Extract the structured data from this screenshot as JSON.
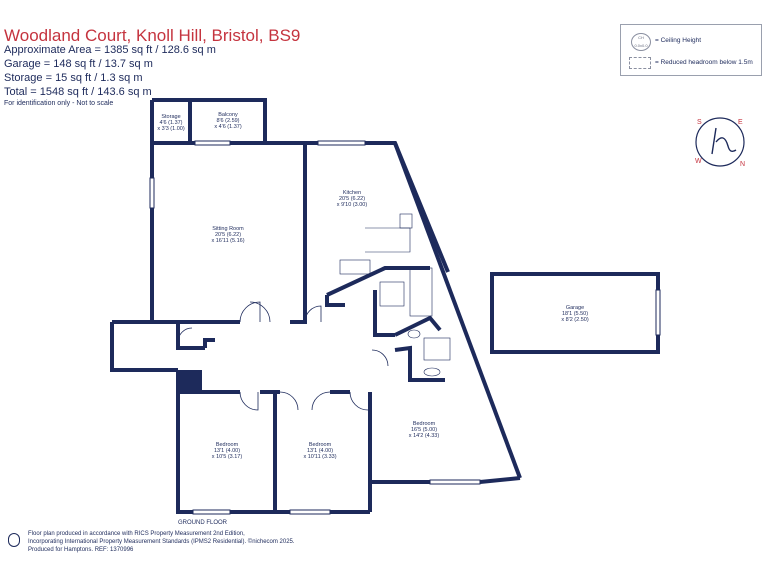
{
  "header": {
    "title": "Woodland Court, Knoll Hill, Bristol, BS9",
    "areas": [
      "Approximate Area = 1385 sq ft / 128.6 sq m",
      "Garage = 148 sq ft / 13.7 sq m",
      "Storage = 15 sq ft / 1.3 sq m",
      "Total = 1548 sq ft / 143.6 sq m"
    ],
    "note": "For identification only - Not to scale"
  },
  "legend": {
    "ceiling_badge": "CH 0.0x0.0",
    "ceiling_label": "= Ceiling Height",
    "reduced_label": "= Reduced headroom below 1.5m"
  },
  "rooms": {
    "storage": {
      "name": "Storage",
      "dim1": "4'6 (1.37)",
      "dim2": "x 3'3 (1.00)"
    },
    "balcony": {
      "name": "Balcony",
      "dim1": "8'6 (2.59)",
      "dim2": "x 4'6 (1.37)"
    },
    "kitchen": {
      "name": "Kitchen",
      "dim1": "20'5 (6.22)",
      "dim2": "x 9'10 (3.00)"
    },
    "sitting": {
      "name": "Sitting Room",
      "dim1": "20'5 (6.22)",
      "dim2": "x 16'11 (5.16)"
    },
    "garage": {
      "name": "Garage",
      "dim1": "18'1 (5.50)",
      "dim2": "x 8'2 (2.50)"
    },
    "bed1": {
      "name": "Bedroom",
      "dim1": "13'1 (4.00)",
      "dim2": "x 10'5 (3.17)"
    },
    "bed2": {
      "name": "Bedroom",
      "dim1": "13'1 (4.00)",
      "dim2": "x 10'11 (3.33)"
    },
    "bed3": {
      "name": "Bedroom",
      "dim1": "16'5 (5.00)",
      "dim2": "x 14'2 (4.33)"
    }
  },
  "floor_label": "GROUND FLOOR",
  "compass": {
    "s": "S",
    "e": "E",
    "w": "W",
    "n": "N"
  },
  "footer": [
    "Floor plan produced in accordance with RICS Property Measurement 2nd Edition,",
    "Incorporating International Property Measurement Standards (IPMS2 Residential).  ©nichecom 2025.",
    "Produced for Hamptons.   REF: 1370996"
  ],
  "colors": {
    "wall": "#1d2a5b",
    "title": "#c5343f",
    "compass": "#c5343f"
  }
}
